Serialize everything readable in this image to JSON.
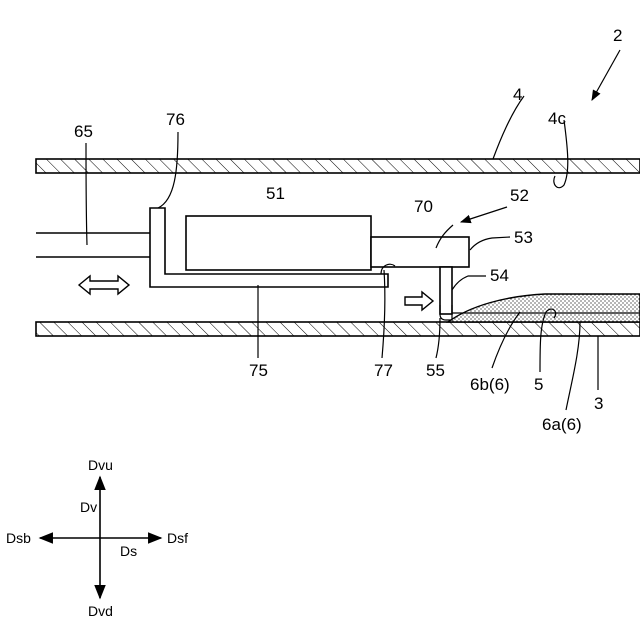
{
  "figure": {
    "labels": {
      "n2": "2",
      "n4": "4",
      "n4c": "4c",
      "n65": "65",
      "n76": "76",
      "n51": "51",
      "n70": "70",
      "n52": "52",
      "n53": "53",
      "n54": "54",
      "n75": "75",
      "n77": "77",
      "n55": "55",
      "n6b": "6b(6)",
      "n5": "5",
      "n3": "3",
      "n6a": "6a(6)"
    },
    "directions": {
      "up": "Dvu",
      "down": "Dvd",
      "left": "Dsb",
      "right": "Dsf",
      "vertical_axis": "Dv",
      "horizontal_axis": "Ds"
    }
  }
}
